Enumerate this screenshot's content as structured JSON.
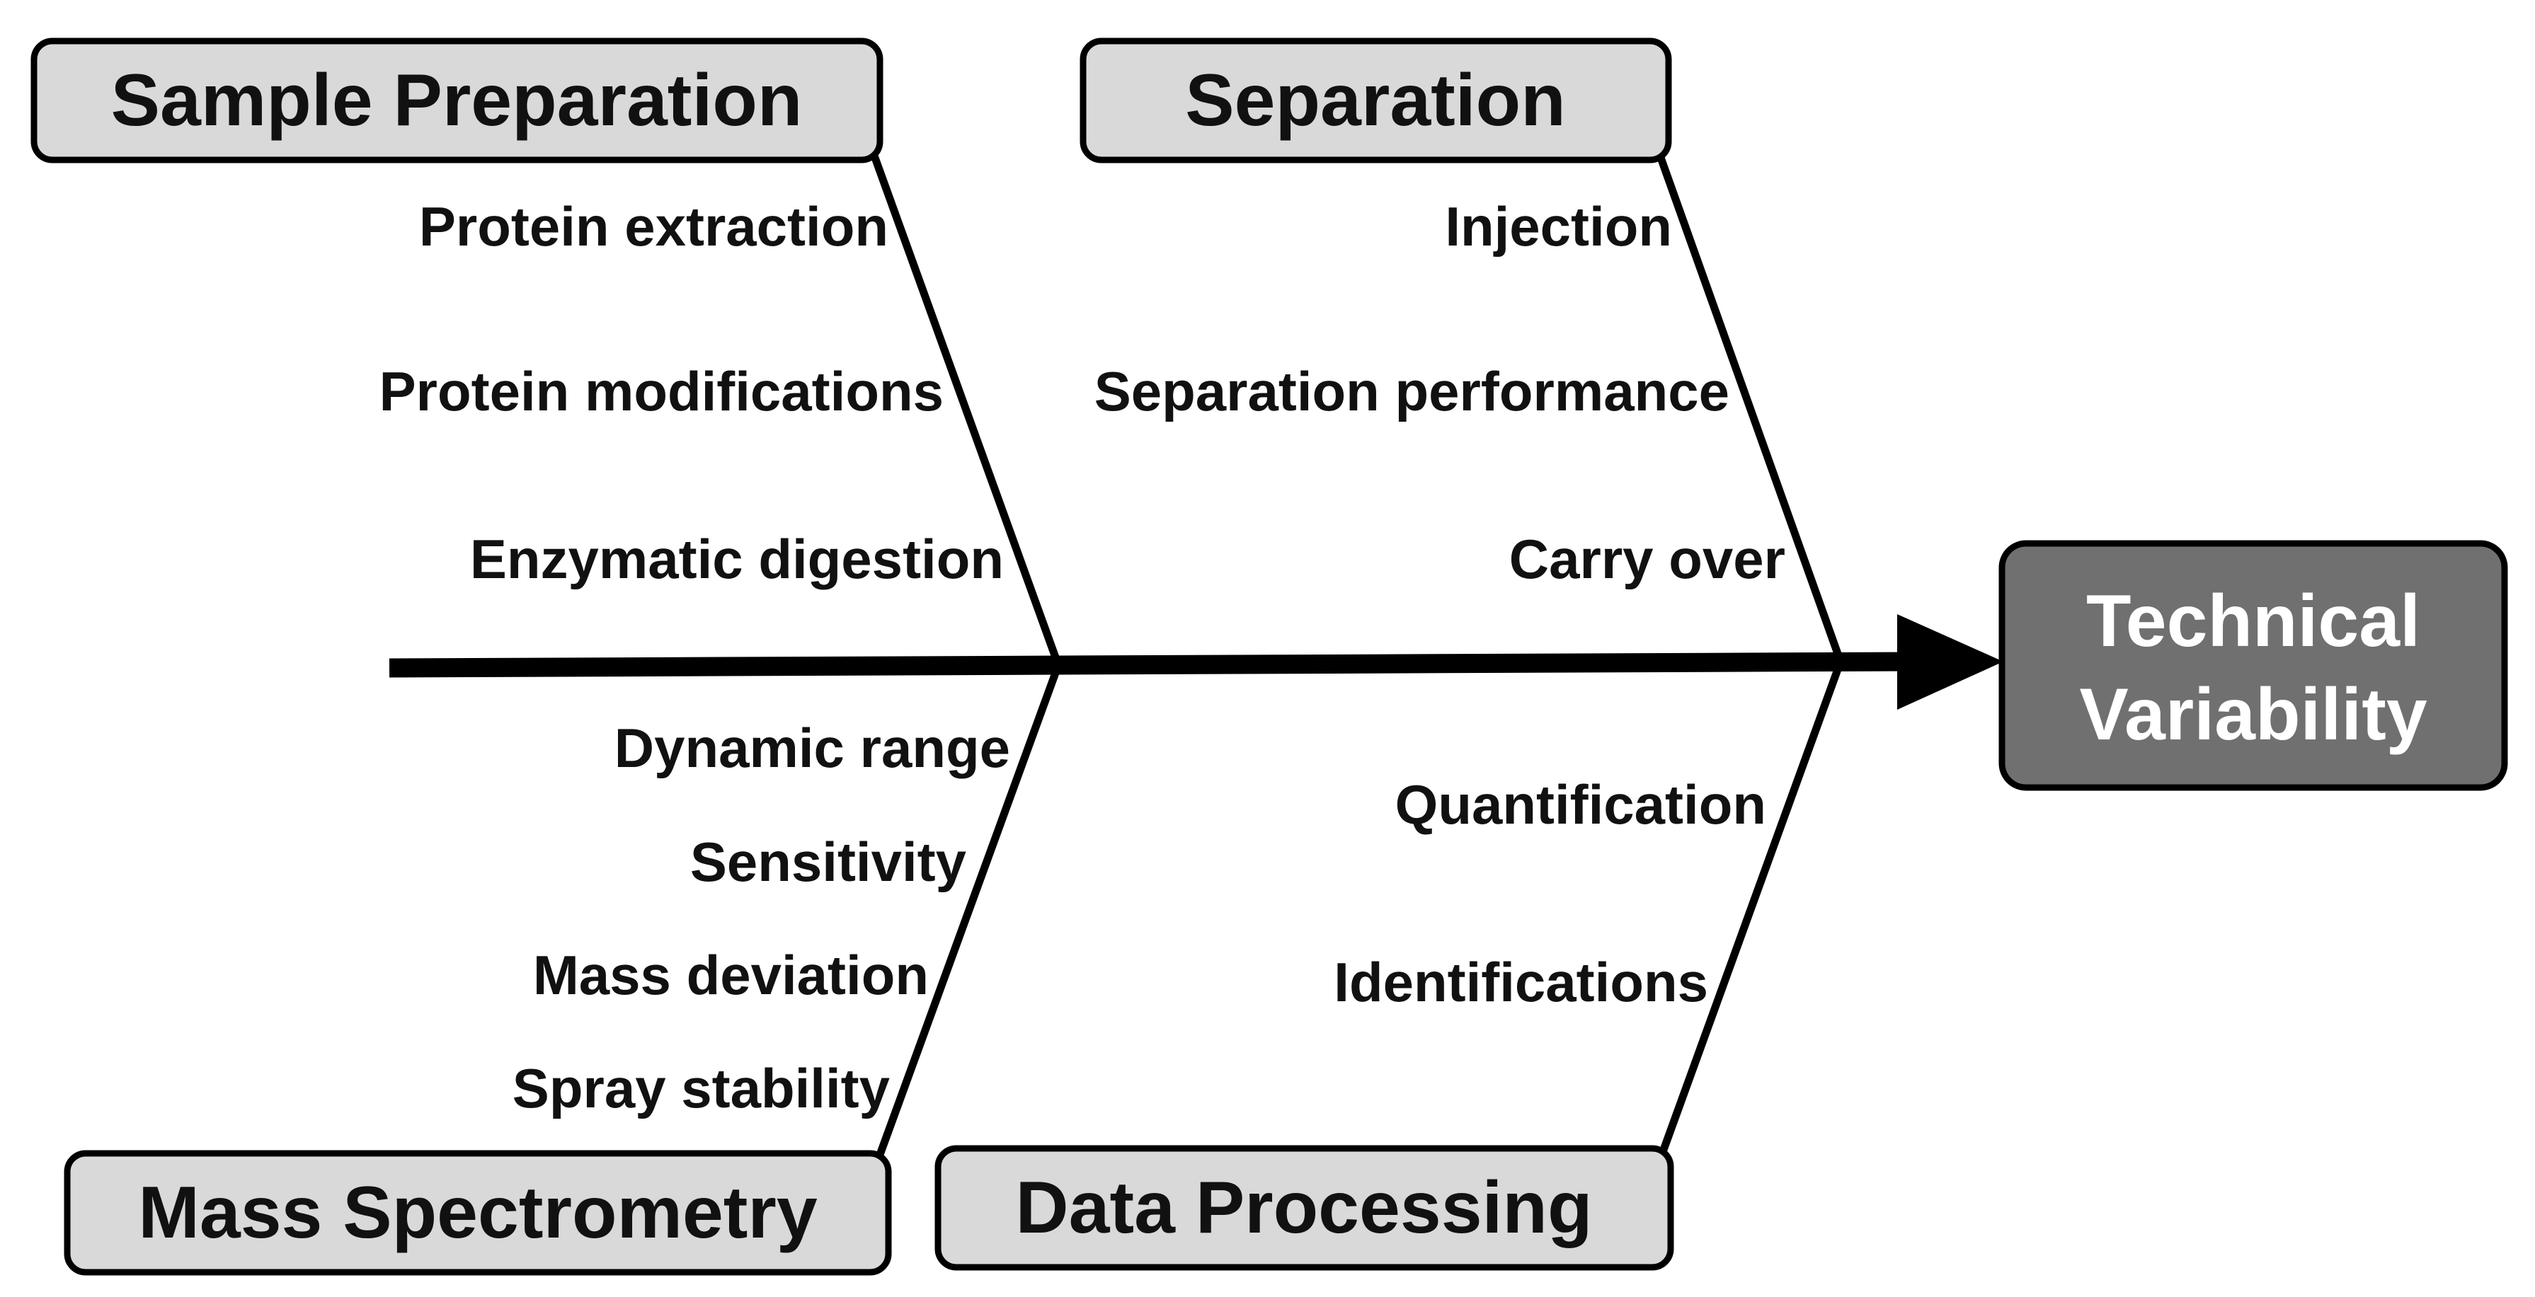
{
  "categories": {
    "sample_preparation": {
      "label": "Sample Preparation",
      "causes": [
        "Protein extraction",
        "Protein modifications",
        "Enzymatic digestion"
      ]
    },
    "separation": {
      "label": "Separation",
      "causes": [
        "Injection",
        "Separation performance",
        "Carry over"
      ]
    },
    "mass_spectrometry": {
      "label": "Mass Spectrometry",
      "causes": [
        "Dynamic range",
        "Sensitivity",
        "Mass deviation",
        "Spray stability"
      ]
    },
    "data_processing": {
      "label": "Data Processing",
      "causes": [
        "Quantification",
        "Identifications"
      ]
    }
  },
  "effect": {
    "line1": "Technical",
    "line2": "Variability"
  },
  "colors": {
    "category_box_fill": "#d9d9d9",
    "effect_box_fill": "#707070",
    "line": "#000000"
  }
}
